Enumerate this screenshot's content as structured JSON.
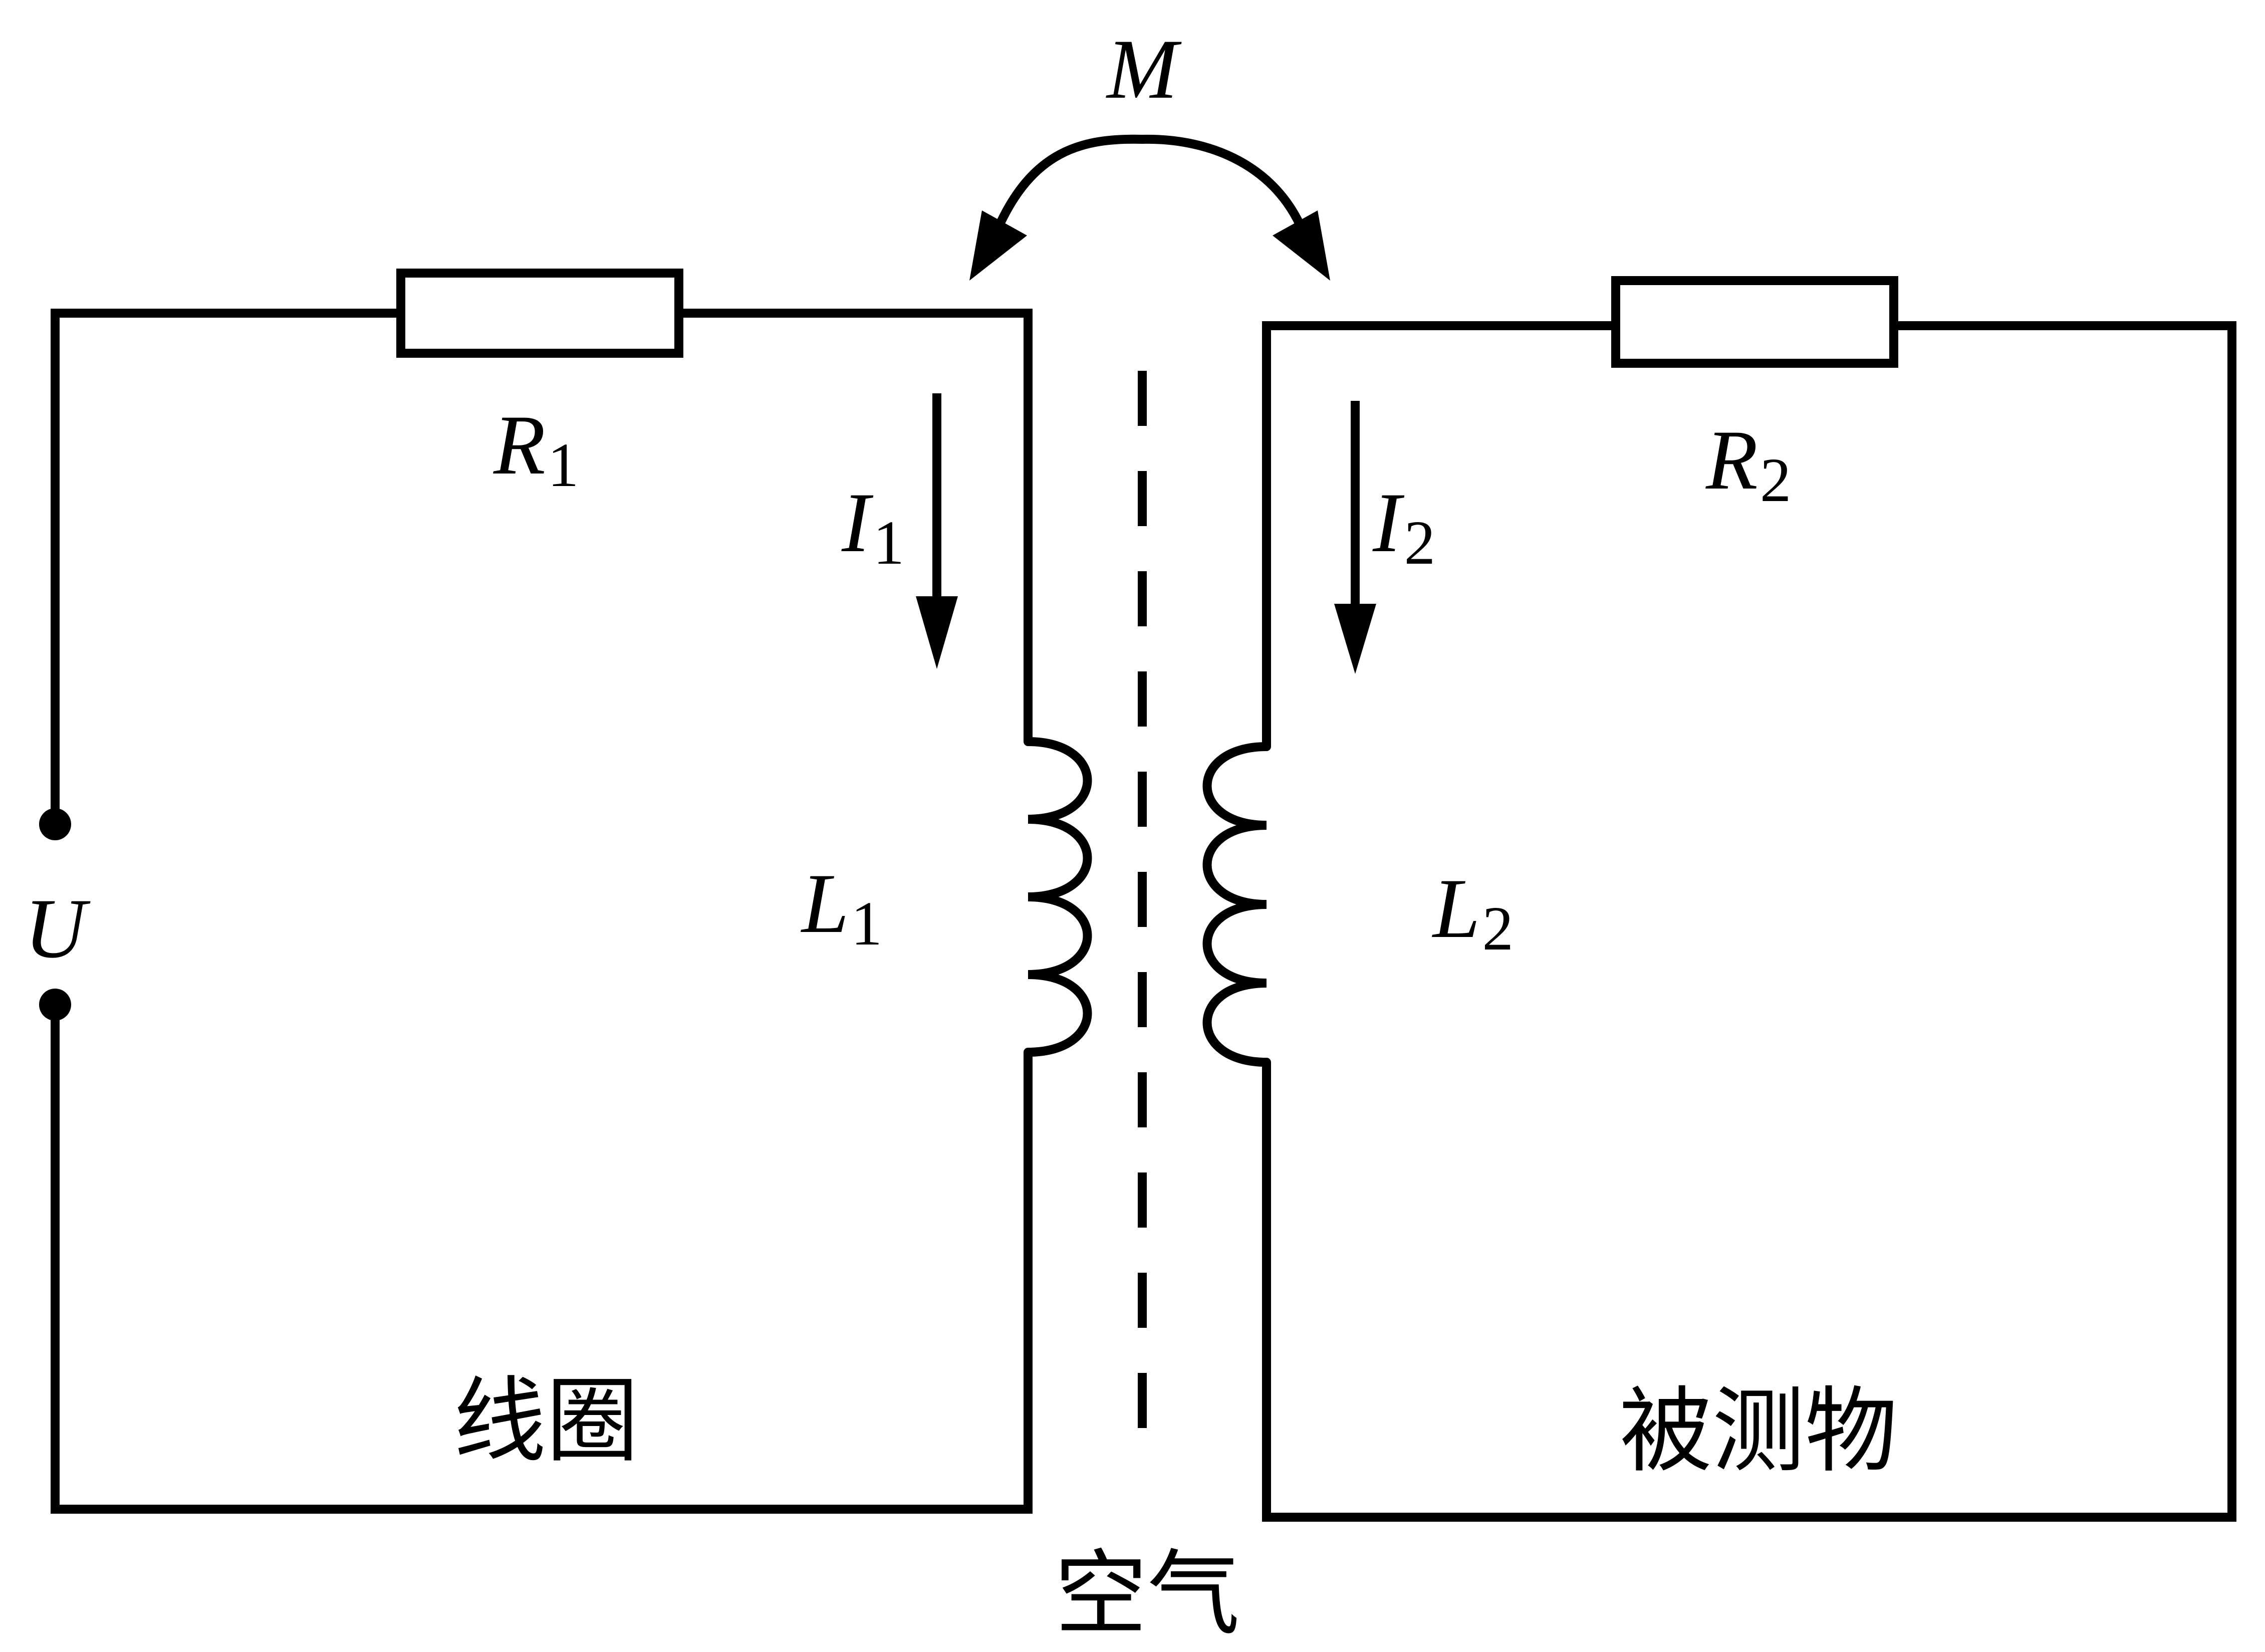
{
  "labels": {
    "mutual_inductance": "M",
    "source_voltage": "U",
    "coil_label": "线圈",
    "target_label": "被测物",
    "gap_label": "空气"
  },
  "components": {
    "R1": {
      "symbol": "R",
      "subscript": "1"
    },
    "R2": {
      "symbol": "R",
      "subscript": "2"
    },
    "L1": {
      "symbol": "L",
      "subscript": "1"
    },
    "L2": {
      "symbol": "L",
      "subscript": "2"
    },
    "I1": {
      "symbol": "I",
      "subscript": "1"
    },
    "I2": {
      "symbol": "I",
      "subscript": "2"
    }
  }
}
